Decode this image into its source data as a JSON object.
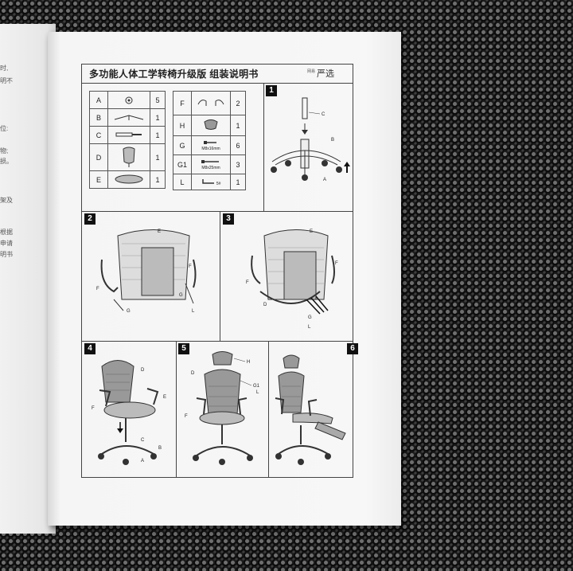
{
  "manual": {
    "title": "多功能人体工学转椅升级版 组装说明书",
    "brand": "严选",
    "brand_sub": "网易"
  },
  "parts_left": [
    {
      "code": "A",
      "qty": "5"
    },
    {
      "code": "B",
      "qty": "1"
    },
    {
      "code": "C",
      "qty": "1"
    },
    {
      "code": "D",
      "qty": "1"
    },
    {
      "code": "E",
      "qty": "1"
    }
  ],
  "parts_right": [
    {
      "code": "F",
      "qty": "2"
    },
    {
      "code": "H",
      "qty": "1"
    },
    {
      "code": "G",
      "qty": "6",
      "spec": "M8x16mm"
    },
    {
      "code": "G1",
      "qty": "3",
      "spec": "M8x25mm"
    },
    {
      "code": "L",
      "qty": "1",
      "spec": "5#"
    }
  ],
  "steps": [
    "1",
    "2",
    "3",
    "4",
    "5",
    "6"
  ],
  "left_page_text": [
    "时,",
    "明不",
    "位:",
    "物;",
    "损。",
    "架及",
    "根据",
    "申请",
    "明书"
  ],
  "labels": {
    "A": "A",
    "B": "B",
    "C": "C",
    "D": "D",
    "E": "E",
    "F": "F",
    "G": "G",
    "G1": "G1",
    "H": "H",
    "L": "L"
  }
}
